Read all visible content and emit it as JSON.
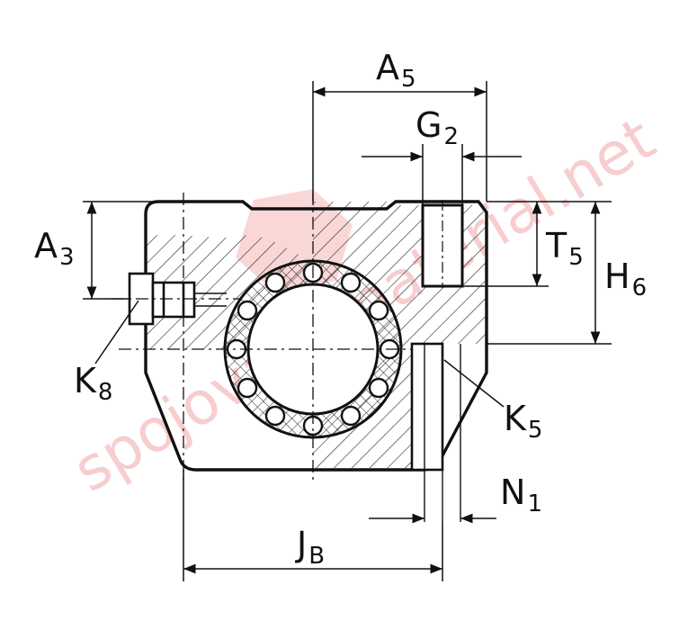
{
  "labels": {
    "A5": {
      "main": "A",
      "sub": "5"
    },
    "G2": {
      "main": "G",
      "sub": "2"
    },
    "A3": {
      "main": "A",
      "sub": "3"
    },
    "T5": {
      "main": "T",
      "sub": "5"
    },
    "H6": {
      "main": "H",
      "sub": "6"
    },
    "K8": {
      "main": "K",
      "sub": "8"
    },
    "K5": {
      "main": "K",
      "sub": "5"
    },
    "N1": {
      "main": "N",
      "sub": "1"
    },
    "JB": {
      "main": "J",
      "sub": "B"
    }
  },
  "watermark": {
    "text": "spojovaci-material.net",
    "color": "#f2a6a6"
  },
  "colors": {
    "line": "#111111",
    "hatch": "#222222",
    "watermark": "#f2a6a6"
  }
}
